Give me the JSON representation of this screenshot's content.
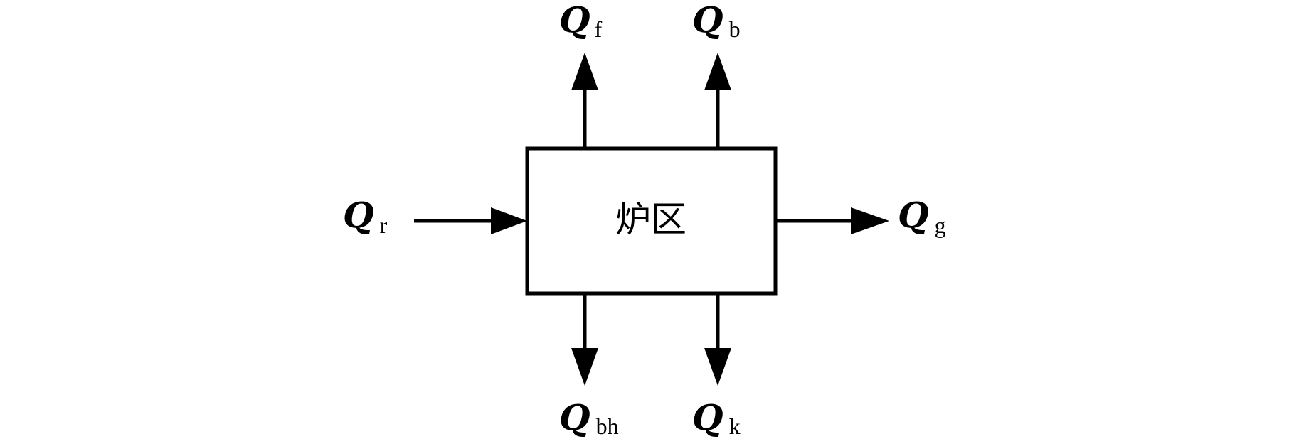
{
  "diagram": {
    "box_label": "炉区",
    "flows": {
      "r": {
        "symbol": "Q",
        "subscript": "r"
      },
      "f": {
        "symbol": "Q",
        "subscript": "f"
      },
      "b": {
        "symbol": "Q",
        "subscript": "b"
      },
      "g": {
        "symbol": "Q",
        "subscript": "g"
      },
      "bh": {
        "symbol": "Q",
        "subscript": "bh"
      },
      "k": {
        "symbol": "Q",
        "subscript": "k"
      }
    }
  }
}
